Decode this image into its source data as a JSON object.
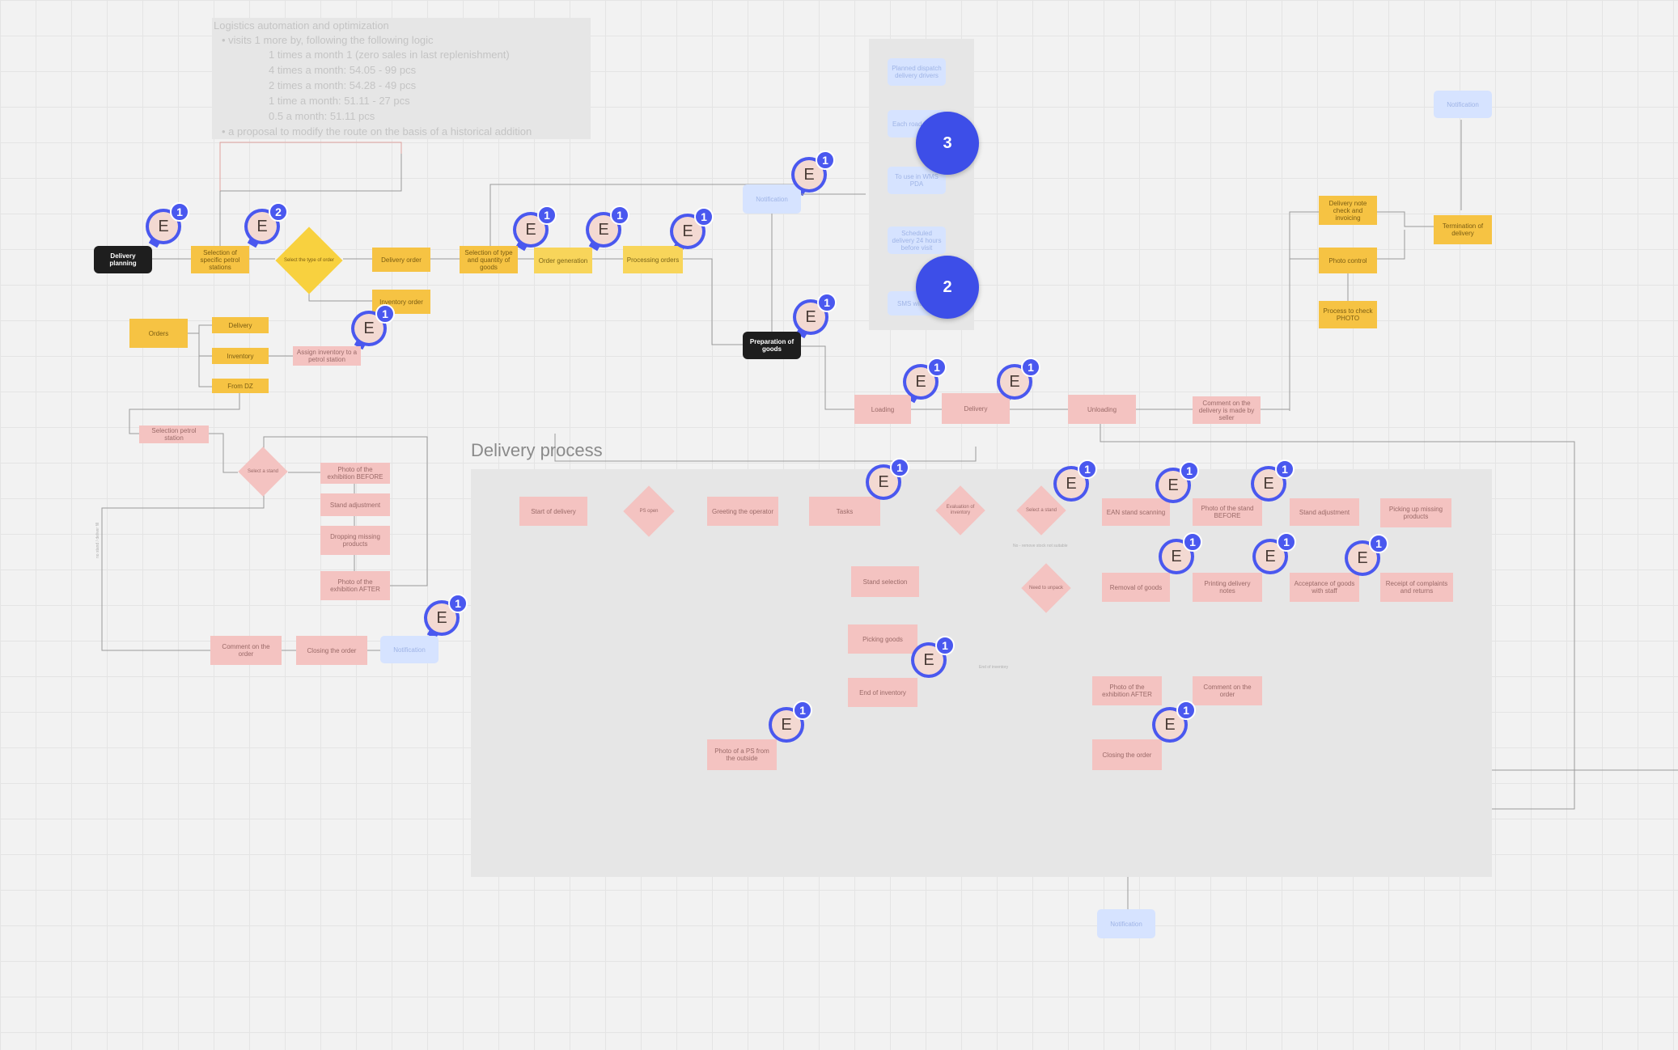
{
  "notes": {
    "title": "Logistics automation and optimization",
    "lines": [
      "• visits 1 more by, following the following logic",
      "1 times a month 1 (zero sales in last replenishment)",
      "4 times a month: 54.05 - 99 pcs",
      "2 times a month: 54.28 - 49 pcs",
      "1 time a month: 51.11 - 27 pcs",
      "0.5 a month: 51.11 pcs",
      "• a proposal to modify the route on the basis of a historical addition"
    ]
  },
  "frame": {
    "title": "Delivery process"
  },
  "nodes": {
    "delivery_planning": "Delivery planning",
    "selection_points": "Selection of specific petrol stations",
    "select_type": "Select the type of order",
    "delivery_order": "Delivery order",
    "inventory_order": "Inventory order",
    "selection_type_qty": "Selection of type and quantity of goods",
    "order_generation": "Order generation",
    "processing_orders": "Processing orders",
    "notification_top": "Notification",
    "preparation_goods": "Preparation of goods",
    "orders": "Orders",
    "delivery_small": "Delivery",
    "inventory_small": "Inventory",
    "from_dz": "From DZ",
    "assign_inventory": "Assign inventory to a petrol station",
    "selection_petrol": "Selection petrol station",
    "select_action": "Select a stand",
    "photo_before_left": "Photo of the exhibition BEFORE",
    "stand_adjustment_left": "Stand adjustment",
    "dropping_missing": "Dropping missing products",
    "photo_after_left": "Photo of the exhibition AFTER",
    "comment_order_left": "Comment on the order",
    "closing_order_left": "Closing the order",
    "notification_left": "Notification",
    "gray_1": "Planned dispatch delivery drivers",
    "gray_2": "Each road adjust",
    "gray_3": "To use in WMS PDA",
    "gray_4": "Scheduled delivery 24 hours before visit",
    "gray_5": "SMS with link",
    "loading": "Loading",
    "delivery_mid": "Delivery",
    "unloading": "Unloading",
    "comment_seller": "Comment on the delivery is made by seller",
    "delivery_note_check": "Delivery note check and invoicing",
    "photo_control": "Photo control",
    "process_check_photo": "Process to check PHOTO",
    "termination": "Termination of delivery",
    "notification_right": "Notification",
    "start_delivery": "Start of delivery",
    "ps_open": "PS open",
    "greeting": "Greeting the operator",
    "tasks": "Tasks",
    "evaluation": "Evaluation of inventory",
    "select_stand": "Select a stand",
    "ean_scanning": "EAN stand scanning",
    "photo_before_mid": "Photo of the stand BEFORE",
    "stand_adjustment_mid": "Stand adjustment",
    "picking_missing": "Picking up missing products",
    "stand_selection": "Stand selection",
    "picking_goods": "Picking goods",
    "end_inventory": "End of inventory",
    "need_to_unpack": "Need to unpack",
    "removal_goods": "Removal of goods",
    "printing_delivery": "Printing delivery notes",
    "acceptance_goods": "Acceptance of goods with staff",
    "receipt_complaints": "Receipt of complaints and returns",
    "photo_ps_outside": "Photo of a PS from the outside",
    "photo_after_mid": "Photo of the exhibition AFTER",
    "comment_order_mid": "Comment on the order",
    "closing_order_mid": "Closing the order",
    "notification_bottom": "Notification"
  },
  "edge_labels": {
    "left_vertical": "no stand / deliver fill",
    "inventory_label": "End of inventory",
    "need_label": "No - remove stock not suitable"
  },
  "avatars": [
    {
      "initial": "E",
      "count": "1"
    },
    {
      "initial": "E",
      "count": "2"
    },
    {
      "initial": "E",
      "count": "1"
    },
    {
      "initial": "E",
      "count": "1"
    },
    {
      "initial": "E",
      "count": "1"
    },
    {
      "initial": "E",
      "count": "1"
    },
    {
      "initial": "E",
      "count": "1"
    },
    {
      "initial": "E",
      "count": "1"
    },
    {
      "initial": "E",
      "count": "1"
    },
    {
      "initial": "E",
      "count": "1"
    },
    {
      "initial": "E",
      "count": "1"
    },
    {
      "initial": "E",
      "count": "1"
    },
    {
      "initial": "E",
      "count": "1"
    },
    {
      "initial": "E",
      "count": "1"
    },
    {
      "initial": "E",
      "count": "1"
    },
    {
      "initial": "E",
      "count": "1"
    },
    {
      "initial": "E",
      "count": "1"
    },
    {
      "initial": "E",
      "count": "1"
    },
    {
      "initial": "E",
      "count": "1"
    },
    {
      "initial": "E",
      "count": "1"
    },
    {
      "initial": "E",
      "count": "1"
    },
    {
      "initial": "E",
      "count": "1"
    }
  ],
  "clusters": [
    "3",
    "2"
  ],
  "colors": {
    "yellow": "#f6c343",
    "pink": "#f4c3c1",
    "blue": "#d6e3ff",
    "black": "#1e1e1e",
    "avatar": "#4a58ef",
    "frame": "#e6e6e6"
  }
}
